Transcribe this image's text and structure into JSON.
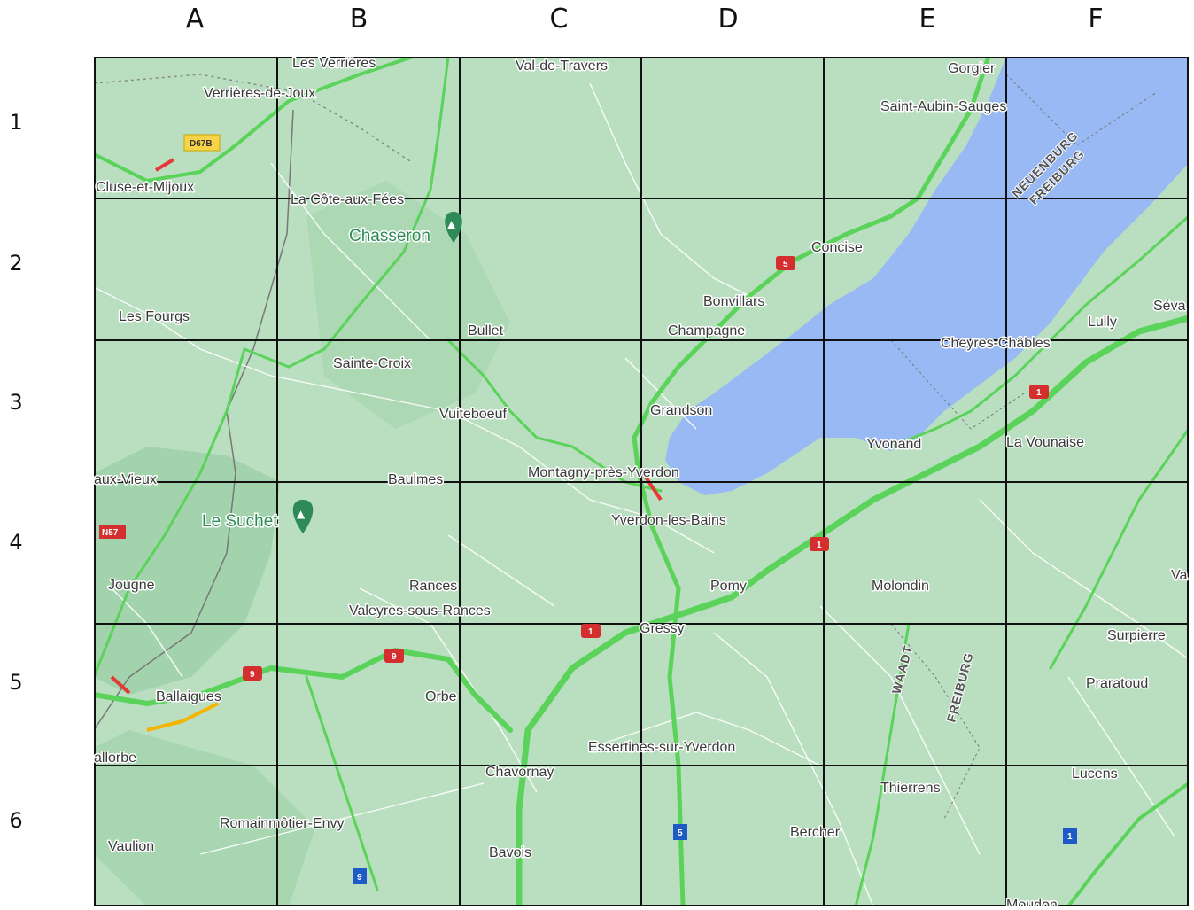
{
  "grid": {
    "columns": [
      "A",
      "B",
      "C",
      "D",
      "E",
      "F"
    ],
    "rows": [
      "1",
      "2",
      "3",
      "4",
      "5",
      "6"
    ]
  },
  "map": {
    "colors": {
      "land": "#b9dfc0",
      "water": "#98b9f3",
      "highway": "#5bd35b",
      "grid": "#111111",
      "peak": "#2e8b57"
    },
    "places": [
      "Les Verrières",
      "Verrières-de-Joux",
      "Val-de-Travers",
      "Gorgier",
      "Saint-Aubin-Sauges",
      "Cluse-et-Mijoux",
      "La Côte-aux-Fées",
      "Concise",
      "Bonvillars",
      "Les Fourgs",
      "Bullet",
      "Champagne",
      "Lully",
      "Séva",
      "Cheyres-Châbles",
      "Sainte-Croix",
      "Grandson",
      "Vuiteboeuf",
      "Yvonand",
      "La Vounaise",
      "aux-Vieux",
      "Baulmes",
      "Montagny-près-Yverdon",
      "Yverdon-les-Bains",
      "Jougne",
      "Rances",
      "Pomy",
      "Molondin",
      "Va",
      "Valeyres-sous-Rances",
      "Gressy",
      "Surpierre",
      "Ballaigues",
      "Orbe",
      "Praratoud",
      "allorbe",
      "Essertines-sur-Yverdon",
      "Chavornay",
      "Thierrens",
      "Lucens",
      "Romainmôtier-Envy",
      "Vaulion",
      "Bercher",
      "Bavois",
      "Moudon"
    ],
    "peaks": [
      "Chasseron",
      "Le Suchet"
    ],
    "regions": [
      "NEUENBURG",
      "FREIBURG",
      "WAADT",
      "FREIBURG"
    ],
    "roads": [
      "D67B",
      "5",
      "1",
      "1",
      "1",
      "N57",
      "9",
      "9",
      "5",
      "9",
      "1"
    ]
  }
}
